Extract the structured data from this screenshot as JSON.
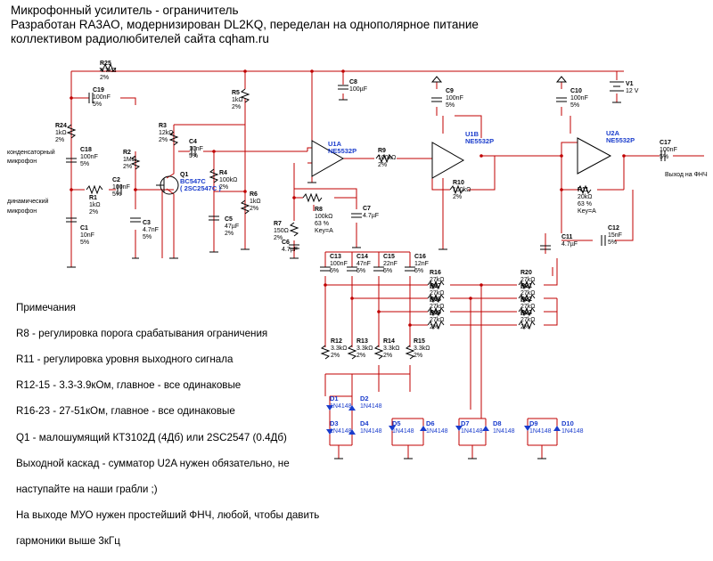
{
  "header": {
    "line1": "Микрофонный усилитель - ограничитель",
    "line2": "Разработан RA3AO, модернизирован DL2KQ, переделан на однополярное питание",
    "line3": "коллективом радиолюбителей сайта cqham.ru"
  },
  "notes": {
    "title": "Примечания",
    "lines": [
      "R8 - регулировка порога срабатывания ограничения",
      "R11 - регулировка уровня выходного сигнала",
      "R12-15 - 3.3-3.9кОм, главное - все одинаковые",
      "R16-23 - 27-51кОм, главное - все одинаковые",
      "Q1 - малошумящий КТ3102Д (4Дб) или 2SC2547 (0.4Дб)",
      "Выходной каскад - сумматор U2A нужен обязательно, не",
      "наступайте на наши грабли ;)",
      "На выходе МУО нужен простейший ФНЧ, любой, чтобы давить",
      "гармоники выше 3кГц"
    ]
  },
  "inputs": {
    "condenser": [
      "конденсаторный",
      "микрофон"
    ],
    "dynamic": [
      "динамический",
      "микрофон"
    ],
    "output": "Выход на ФНЧ"
  },
  "parts": {
    "R25": [
      "R25",
      "4.7kΩ",
      "2%"
    ],
    "C19": [
      "C19",
      "100nF",
      "5%"
    ],
    "R24": [
      "R24",
      "1kΩ",
      "2%"
    ],
    "C18": [
      "C18",
      "100nF",
      "5%"
    ],
    "R1": [
      "R1",
      "1kΩ",
      "2%"
    ],
    "C2": [
      "C2",
      "100nF",
      "5%"
    ],
    "C1": [
      "C1",
      "10nF",
      "5%"
    ],
    "R2": [
      "R2",
      "1MΩ",
      "2%"
    ],
    "C3": [
      "C3",
      "4.7nF",
      "5%"
    ],
    "R3": [
      "R3",
      "12kΩ",
      "2%"
    ],
    "Q1": [
      "Q1",
      "BC547C",
      "( 2SC2547C )"
    ],
    "C4": [
      "C4",
      "10nF",
      "5%"
    ],
    "R4": [
      "R4",
      "100kΩ",
      "2%"
    ],
    "C5": [
      "C5",
      "47µF",
      "2%"
    ],
    "R5": [
      "R5",
      "1kΩ",
      "2%"
    ],
    "R6": [
      "R6",
      "1kΩ",
      "2%"
    ],
    "C8": [
      "C8",
      "100µF"
    ],
    "U1A": [
      "U1A",
      "NE5532P"
    ],
    "R9": [
      "R9",
      "100kΩ",
      "2%"
    ],
    "R8": [
      "R8",
      "100kΩ",
      "63 %",
      "Key=A"
    ],
    "R7": [
      "R7",
      "150Ω",
      "2%"
    ],
    "C6": [
      "C6",
      "4.7µF"
    ],
    "C7": [
      "C7",
      "4.7µF"
    ],
    "C9": [
      "C9",
      "100nF",
      "5%"
    ],
    "U1B": [
      "U1B",
      "NE5532P"
    ],
    "R10": [
      "R10",
      "100kΩ",
      "2%"
    ],
    "C10": [
      "C10",
      "100nF",
      "5%"
    ],
    "V1": [
      "V1",
      "12 V"
    ],
    "U2A": [
      "U2A",
      "NE5532P"
    ],
    "C17": [
      "C17",
      "100nF",
      "5%"
    ],
    "R11": [
      "R11",
      "20kΩ",
      "63 %",
      "Key=A"
    ],
    "C12": [
      "C12",
      "15nF",
      "5%"
    ],
    "C11": [
      "C11",
      "4.7µF"
    ],
    "C13": [
      "C13",
      "100nF",
      "5%"
    ],
    "C14": [
      "C14",
      "47nF",
      "5%"
    ],
    "C15": [
      "C15",
      "22nF",
      "5%"
    ],
    "C16": [
      "C16",
      "12nF",
      "5%"
    ],
    "R16": [
      "R16",
      "27kΩ",
      "2%"
    ],
    "R17": [
      "R17",
      "27kΩ",
      "2%"
    ],
    "R18": [
      "R18",
      "27kΩ",
      "2%"
    ],
    "R19": [
      "R19",
      "27kΩ",
      "2%"
    ],
    "R20": [
      "R20",
      "27kΩ",
      "2%"
    ],
    "R21": [
      "R21",
      "27kΩ",
      "2%"
    ],
    "R22": [
      "R22",
      "27kΩ",
      "2%"
    ],
    "R23": [
      "R23",
      "27kΩ",
      "2%"
    ],
    "R12": [
      "R12",
      "3.3kΩ",
      "2%"
    ],
    "R13": [
      "R13",
      "3.3kΩ",
      "2%"
    ],
    "R14": [
      "R14",
      "3.3kΩ",
      "2%"
    ],
    "R15": [
      "R15",
      "3.3kΩ",
      "2%"
    ],
    "D1": [
      "D1",
      "1N4148"
    ],
    "D2": [
      "D2",
      "1N4148"
    ],
    "D3": [
      "D3",
      "1N4148"
    ],
    "D4": [
      "D4",
      "1N4148"
    ],
    "D5": [
      "D5",
      "1N4148"
    ],
    "D6": [
      "D6",
      "1N4148"
    ],
    "D7": [
      "D7",
      "1N4148"
    ],
    "D8": [
      "D8",
      "1N4148"
    ],
    "D9": [
      "D9",
      "1N4148"
    ],
    "D10": [
      "D10",
      "1N4148"
    ]
  }
}
